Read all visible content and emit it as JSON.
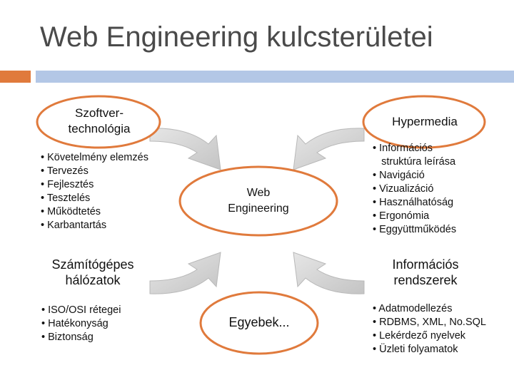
{
  "title": "Web Engineering kulcsterületei",
  "colors": {
    "orange": "#e07a3c",
    "blue": "#b3c7e6",
    "arrow": "#cfcfcf",
    "title": "#4a4a4a"
  },
  "center": {
    "top_label": "Web\nEngineering",
    "bottom_label": "Egyebek..."
  },
  "areas": {
    "szoftver": {
      "label": "Szoftver-\ntechnológia",
      "items": [
        "• Követelmény elemzés",
        "• Tervezés",
        "• Fejlesztés",
        "• Tesztelés",
        "• Működtetés",
        "• Karbantartás"
      ]
    },
    "hypermedia": {
      "label": "Hypermedia",
      "items": [
        "• Információs",
        "   struktúra leírása",
        "• Navigáció",
        "• Vizualizáció",
        "• Használhatóság",
        "• Ergonómia",
        "• Eggyüttműködés"
      ]
    },
    "halozatok": {
      "label": "Számítógépes\nhálózatok",
      "items": [
        "• ISO/OSI rétegei",
        "• Hatékonyság",
        "• Biztonság"
      ]
    },
    "rendszerek": {
      "label": "Információs\nrendszerek",
      "items": [
        "• Adatmodellezés",
        "• RDBMS, XML, No.SQL",
        "• Lekérdező nyelvek",
        "• Üzleti folyamatok"
      ]
    }
  }
}
